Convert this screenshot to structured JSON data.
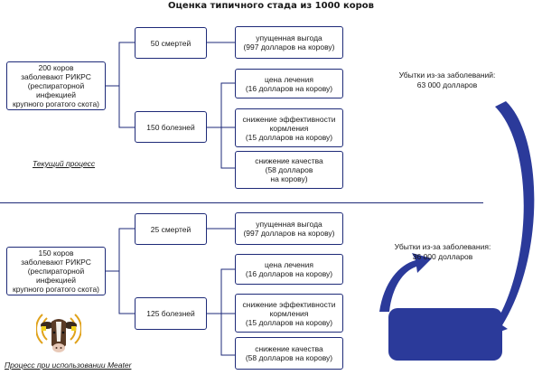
{
  "title": "Оценка типичного стада из 1000 коров",
  "current": {
    "herd": [
      "200 коров",
      "заболевают РИКРС",
      "(респираторной инфекцией",
      "крупного рогатого скота)"
    ],
    "deaths": "50 смертей",
    "diseases": "150 болезней",
    "lost_profit": [
      "упущенная выгода",
      "(997 долларов на корову)"
    ],
    "treatment": [
      "цена лечения",
      "(16 долларов на корову)"
    ],
    "feed": [
      "снижение эффективности",
      "кормления",
      "(15 долларов на корову)"
    ],
    "quality": [
      "снижение качества",
      "(58 долларов",
      "на корову)"
    ],
    "caption": "Текущий процесс",
    "loss": [
      "Убытки из-за заболеваний:",
      "63 000 долларов"
    ]
  },
  "meater": {
    "herd": [
      "150 коров",
      "заболевают РИКРС",
      "(респираторной инфекцией",
      "крупного рогатого скота)"
    ],
    "deaths": "25 смертей",
    "diseases": "125 болезней",
    "lost_profit": [
      "упущенная выгода",
      "(997 долларов на корову)"
    ],
    "treatment": [
      "цена лечения",
      "(16 долларов на корову)"
    ],
    "feed": [
      "снижение эффективности",
      "кормления",
      "(15 долларов на корову)"
    ],
    "quality": [
      "снижение качества",
      "(58 долларов на корову)"
    ],
    "caption": "Процесс при использовании Meater",
    "loss": [
      "Убытки из-за заболевания:",
      "36 000 долларов"
    ]
  },
  "colors": {
    "border": "#1e2a78",
    "arrow": "#2b3a9a",
    "cow_waves": "#e0a21b"
  },
  "icons": {
    "cow": "cow-with-signal-icon"
  }
}
